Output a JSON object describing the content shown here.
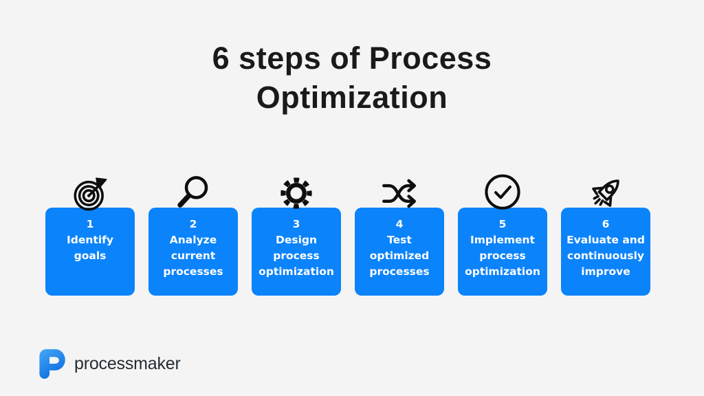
{
  "title": {
    "line1": "6 steps of Process",
    "line2": "Optimization"
  },
  "steps": [
    {
      "number": "1",
      "label": "Identify\ngoals",
      "icon": "target-icon"
    },
    {
      "number": "2",
      "label": "Analyze\ncurrent\nprocesses",
      "icon": "magnifier-icon"
    },
    {
      "number": "3",
      "label": "Design\nprocess\noptimization",
      "icon": "gear-icon"
    },
    {
      "number": "4",
      "label": "Test\noptimized\nprocesses",
      "icon": "shuffle-arrows-icon"
    },
    {
      "number": "5",
      "label": "Implement\nprocess\noptimization",
      "icon": "check-circle-icon"
    },
    {
      "number": "6",
      "label": "Evaluate and\ncontinuously\nimprove",
      "icon": "rocket-icon"
    }
  ],
  "footer": {
    "brand": "processmaker"
  },
  "colors": {
    "background": "#f4f4f4",
    "card_blue": "#0b83fb",
    "icon_black": "#0e0e0e",
    "title_text": "#1a1a1a",
    "card_text": "#ffffff",
    "brand_text": "#232b33",
    "logo_gradient_top": "#46a8f8",
    "logo_gradient_bottom": "#0b6fe0"
  }
}
